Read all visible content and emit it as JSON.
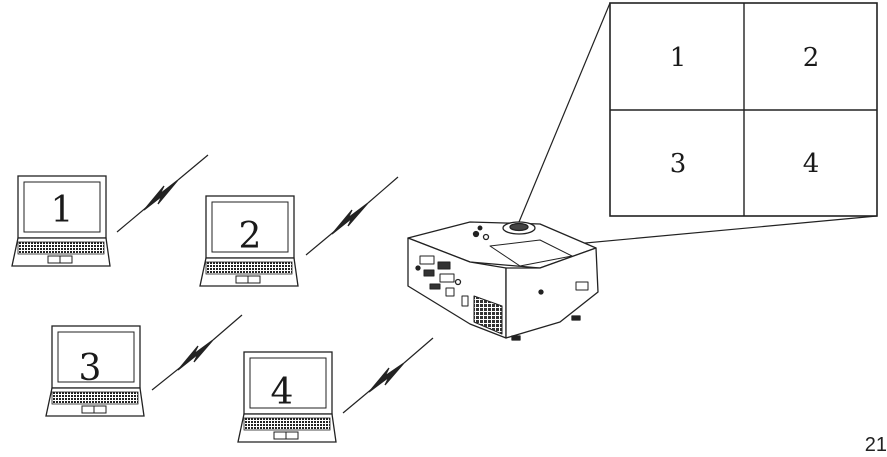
{
  "screen": {
    "quadrants": [
      "1",
      "2",
      "3",
      "4"
    ]
  },
  "laptops": [
    {
      "label": "1"
    },
    {
      "label": "2"
    },
    {
      "label": "3"
    },
    {
      "label": "4"
    }
  ],
  "page_number": "21",
  "icons": {
    "laptop": "laptop-icon",
    "wireless": "lightning-bolt-icon",
    "projector": "projector-icon"
  }
}
